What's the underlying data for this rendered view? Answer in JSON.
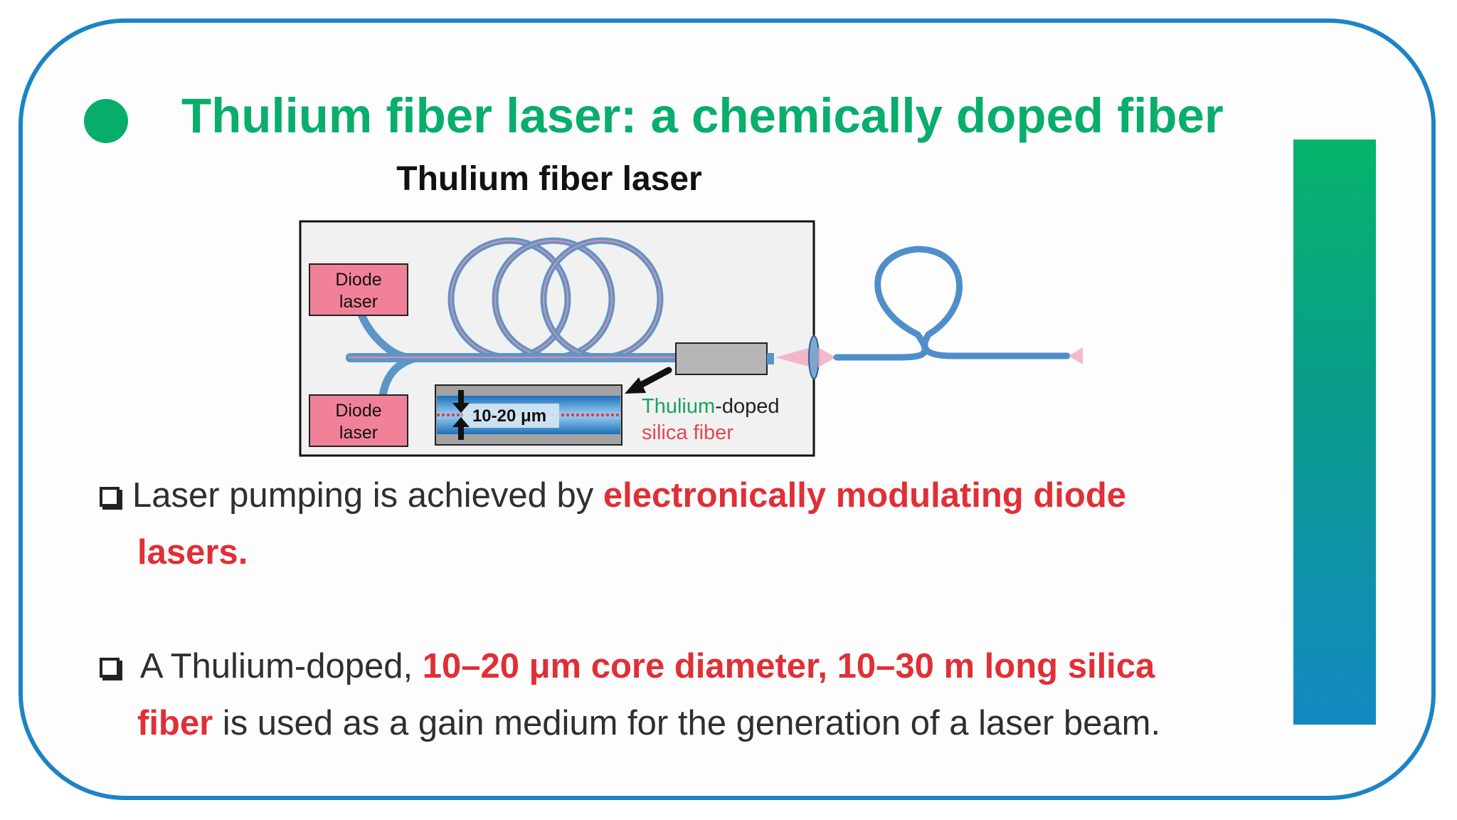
{
  "slide": {
    "title": "Thulium fiber laser: a chemically doped fiber",
    "colors": {
      "title": "#09ad6c",
      "frame": "#1c84c6",
      "highlight": "#e02f36"
    }
  },
  "diagram": {
    "heading": "Thulium fiber laser",
    "diode_top_line1": "Diode",
    "diode_top_line2": "laser",
    "diode_bottom_line1": "Diode",
    "diode_bottom_line2": "laser",
    "core_label": "10-20 μm",
    "fiber_label_green": "Thulium",
    "fiber_label_dark": "-doped",
    "fiber_label_red": "silica fiber"
  },
  "points": [
    {
      "plain": "Laser pumping is achieved by ",
      "highlight": "electronically modulating diode",
      "highlight_line2": "lasers."
    },
    {
      "plain_start": " A Thulium-doped, ",
      "highlight": "10–20 μm core diameter, 10–30 m long silica",
      "highlight_line2": "fiber",
      "plain_end": " is used as a gain medium for the generation of a laser beam."
    }
  ]
}
